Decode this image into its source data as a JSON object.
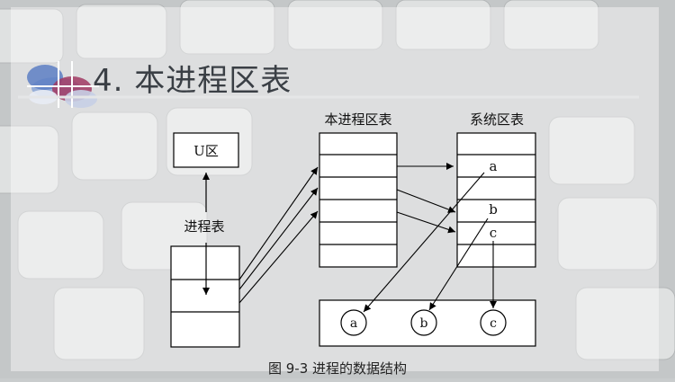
{
  "slide": {
    "title": "4. 本进程区表",
    "caption": "图 9-3 进程的数据结构"
  },
  "diagram": {
    "u_area_label": "U区",
    "process_table_label": "进程表",
    "per_process_region_table_label": "本进程区表",
    "system_region_table_label": "系统区表",
    "system_entries": [
      "a",
      "b",
      "c"
    ],
    "regions": [
      "a",
      "b",
      "c"
    ]
  },
  "colors": {
    "slide_overlay": "#ffffff",
    "rule_line": "#d9dadb",
    "line": "#000000",
    "title_text": "#3a3f45"
  }
}
